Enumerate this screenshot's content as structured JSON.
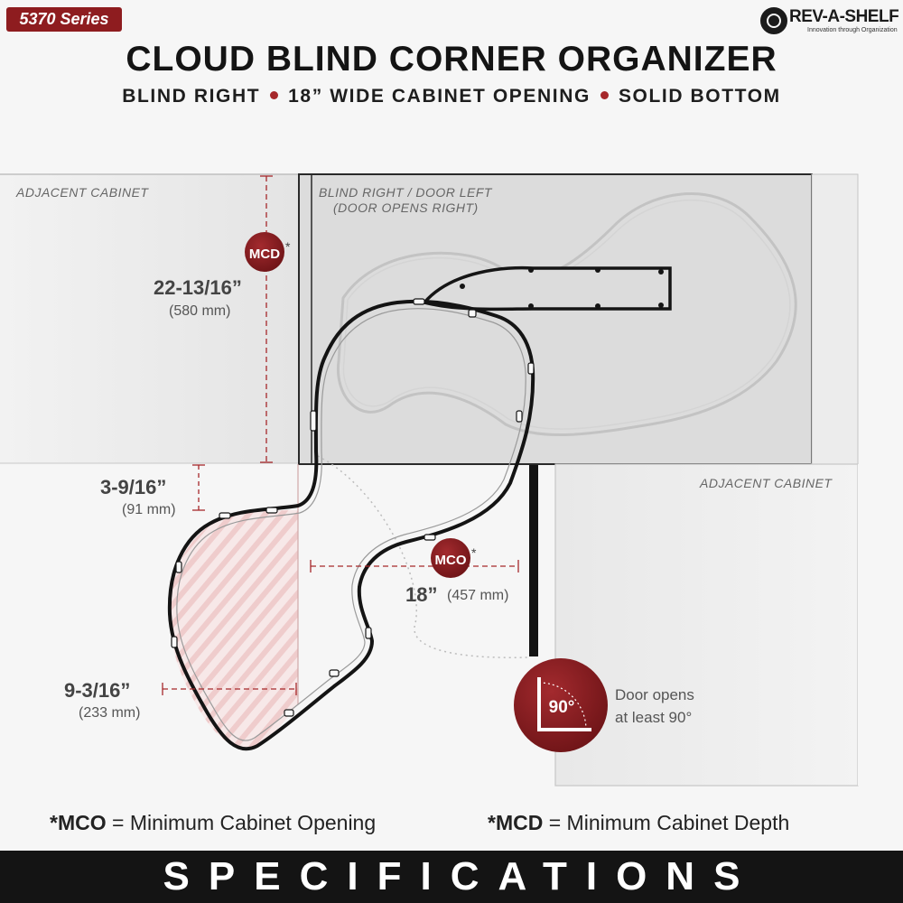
{
  "series_badge": "5370 Series",
  "brand": {
    "name": "REV-A-SHELF",
    "tagline": "Innovation through Organization"
  },
  "title": "CLOUD BLIND CORNER ORGANIZER",
  "subtitle": {
    "item1": "BLIND RIGHT",
    "item2": "18” WIDE CABINET OPENING",
    "item3": "SOLID BOTTOM"
  },
  "diagram": {
    "adjacent_cabinet_top": "ADJACENT CABINET",
    "adjacent_cabinet_right": "ADJACENT CABINET",
    "blind_label_line1": "BLIND RIGHT / DOOR LEFT",
    "blind_label_line2": "(DOOR OPENS RIGHT)",
    "mcd_badge": "MCD",
    "mco_badge": "MCO",
    "asterisk": "*",
    "depth_dim": "22-13/16”",
    "depth_mm": "(580 mm)",
    "offset_dim": "3-9/16”",
    "offset_mm": "(91 mm)",
    "opening_dim": "18”",
    "opening_mm": "(457 mm)",
    "shelf_dim": "9-3/16”",
    "shelf_mm": "(233 mm)",
    "door_angle": "90°",
    "door_note_line1": "Door opens",
    "door_note_line2": "at least 90°"
  },
  "legend": {
    "mco_key": "*MCO",
    "mco_text": "= Minimum Cabinet Opening",
    "mcd_key": "*MCD",
    "mcd_text": "= Minimum Cabinet Depth"
  },
  "footer": "SPECIFICATIONS",
  "colors": {
    "accent": "#8e1c1f",
    "dimension_line": "#a6282b",
    "footer_bg": "#141414"
  }
}
